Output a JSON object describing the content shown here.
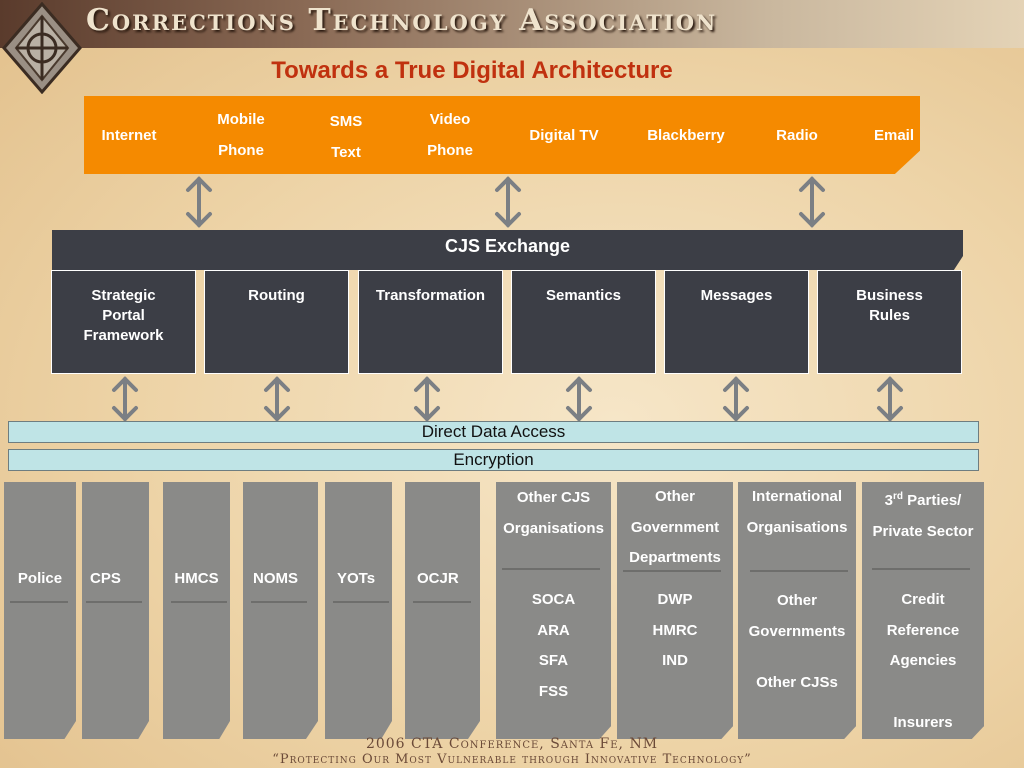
{
  "header": {
    "title": "Corrections Technology Association"
  },
  "slide": {
    "title": "Towards a True Digital Architecture"
  },
  "channels": [
    {
      "line1": "Internet"
    },
    {
      "line1": "Mobile",
      "line2": "Phone"
    },
    {
      "line1": "SMS",
      "line2": "Text"
    },
    {
      "line1": "Video",
      "line2": "Phone"
    },
    {
      "line1": "Digital TV"
    },
    {
      "line1": "Blackberry"
    },
    {
      "line1": "Radio"
    },
    {
      "line1": "Email"
    }
  ],
  "exchange": {
    "label": "CJS Exchange"
  },
  "services": [
    {
      "line1": "Strategic",
      "line2": "Portal",
      "line3": "Framework"
    },
    {
      "line1": "Routing"
    },
    {
      "line1": "Transformation"
    },
    {
      "line1": "Semantics"
    },
    {
      "line1": "Messages"
    },
    {
      "line1": "Business",
      "line2": "Rules"
    }
  ],
  "layers": {
    "direct_access": "Direct Data Access",
    "encryption": "Encryption"
  },
  "agencies": [
    "Police",
    "CPS",
    "HMCS",
    "NOMS",
    "YOTs",
    "OCJR"
  ],
  "groups": [
    {
      "heading1": "Other CJS",
      "heading2": "Organisations",
      "items": [
        "SOCA",
        "ARA",
        "SFA",
        "FSS"
      ]
    },
    {
      "heading1": "Other",
      "heading2": "Government",
      "heading3": "Departments",
      "items": [
        "DWP",
        "HMRC",
        "IND"
      ]
    },
    {
      "heading1": "International",
      "heading2": "Organisations",
      "items": [
        "Other",
        "Governments",
        "Other CJSs"
      ]
    },
    {
      "heading1_main": "3",
      "heading1_sup": "rd",
      "heading1_rest": " Parties/",
      "heading2": "Private Sector",
      "items": [
        "Credit",
        "Reference",
        "Agencies",
        "Insurers"
      ]
    }
  ],
  "footer": {
    "line1": "2006 CTA Conference, Santa Fe, NM",
    "line2": "“Protecting Our Most Vulnerable through Innovative Technology”"
  },
  "colors": {
    "orange": "#f58a00",
    "dark": "#3c3e46",
    "teal_bar": "#bfe4e6",
    "column_grey": "#8a8a88",
    "title_red": "#c0310f"
  }
}
